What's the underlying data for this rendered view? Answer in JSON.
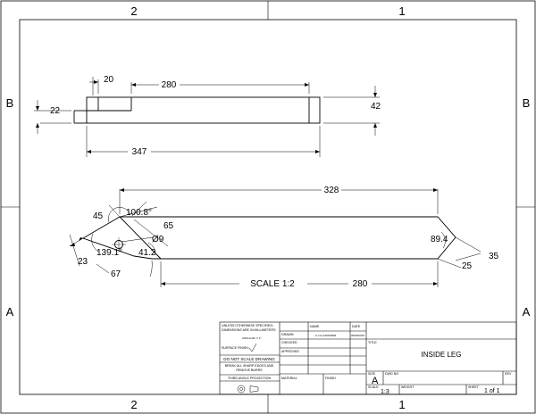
{
  "zones": {
    "top_left": "2",
    "top_right": "1",
    "bottom_left": "2",
    "bottom_right": "1",
    "left_upper": "B",
    "right_upper": "B",
    "left_lower": "A",
    "right_lower": "A"
  },
  "top_view": {
    "dim_20": "20",
    "dim_280": "280",
    "dim_22": "22",
    "dim_42": "42",
    "dim_347": "347"
  },
  "front_view": {
    "dim_328": "328",
    "dim_45": "45",
    "dim_angle_100": "100.8°",
    "dim_65": "65",
    "dim_dia9": "Ø9",
    "dim_139": "139.1°",
    "dim_41": "41.2",
    "dim_23": "23",
    "dim_67": "67",
    "dim_894": "89.4",
    "dim_35": "35",
    "dim_25": "25",
    "scale_label": "SCALE 1:2",
    "dim_280b": "280"
  },
  "title_block": {
    "notes_1": "UNLESS OTHERWISE SPECIFIED:",
    "notes_2": "DIMENSIONS ARE IN MILLIMETERS",
    "notes_angular": "ANGULAR: ± 1°",
    "surface_finish": "SURFACE FINISH:",
    "do_not_scale": "DO NOT SCALE DRAWING",
    "break_1": "BREAK ALL SHARP EDGES AND",
    "break_2": "REMOVE BURRS",
    "third_angle": "THIRD ANGLE PROJECTION",
    "h_name": "NAME",
    "h_date": "DATE",
    "r_drawn": "DRAWN",
    "drawn_name": "A.J.H.GARDNER",
    "drawn_date": "09/06/2015",
    "r_checked": "CHECKED",
    "r_approved": "APPROVED",
    "material": "MATERIAL",
    "finish": "FINISH",
    "title_label": "TITLE",
    "title": "INSIDE LEG",
    "size_label": "SIZE",
    "size": "A",
    "dwg_no_label": "DWG NO",
    "rev_label": "REV",
    "scale_label": "SCALE",
    "scale": "1:3",
    "weight_label": "WEIGHT",
    "sheet_label": "SHEET",
    "sheet": "1 of 1"
  }
}
